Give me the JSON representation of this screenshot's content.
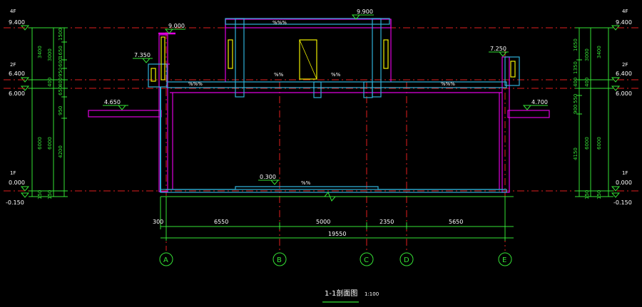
{
  "drawing": {
    "title": "1-1剖面图",
    "scale": "1:100"
  },
  "elevations": {
    "left": [
      {
        "floor": "4F",
        "value": "9.400"
      },
      {
        "floor": "2F",
        "value": "6.400"
      },
      {
        "floor": "",
        "value": "6.000"
      },
      {
        "floor": "1F",
        "value": "0.000"
      },
      {
        "floor": "",
        "value": "-0.150"
      }
    ],
    "right": [
      {
        "floor": "4F",
        "value": "9.400"
      },
      {
        "floor": "2F",
        "value": "6.400"
      },
      {
        "floor": "",
        "value": "6.000"
      },
      {
        "floor": "1F",
        "value": "0.000"
      },
      {
        "floor": "",
        "value": "-0.150"
      }
    ],
    "inner": {
      "top_left_wall": "9.000",
      "top_center": "9.900",
      "left_small": "7.350",
      "right_small": "7.250",
      "left_canopy": "4.650",
      "right_canopy": "4.700",
      "floor_raised": "0.300"
    }
  },
  "left_dims": {
    "outer": [
      "3400",
      "6000",
      "150"
    ],
    "middle": [
      "3000",
      "400",
      "6000",
      "150"
    ],
    "inner": [
      "1500",
      "1650",
      "600",
      "950",
      "400",
      "650",
      "950",
      "4200"
    ]
  },
  "right_dims": {
    "outer": [
      "3400",
      "6000",
      "150"
    ],
    "middle": [
      "3000",
      "400",
      "6000",
      "150"
    ],
    "inner": [
      "1650",
      "1350",
      "400",
      "550",
      "900",
      "4150"
    ]
  },
  "bottom_dims": {
    "segments": [
      "300",
      "6550",
      "5000",
      "2350",
      "5650"
    ],
    "total": "19550"
  },
  "axes": [
    "A",
    "B",
    "C",
    "D",
    "E"
  ],
  "small_labels": {
    "roof": "%%%",
    "beam_left": "%%%",
    "beam_right": "%%%",
    "mid_a": "%%",
    "mid_b": "%%",
    "floor": "%%"
  },
  "colors": {
    "background": "#000000",
    "dim": "#35e235",
    "axis": "#e01e1e",
    "wall": "#e000e0",
    "slab": "#30b0d8",
    "window": "#f0f000",
    "text": "#ffffff"
  }
}
